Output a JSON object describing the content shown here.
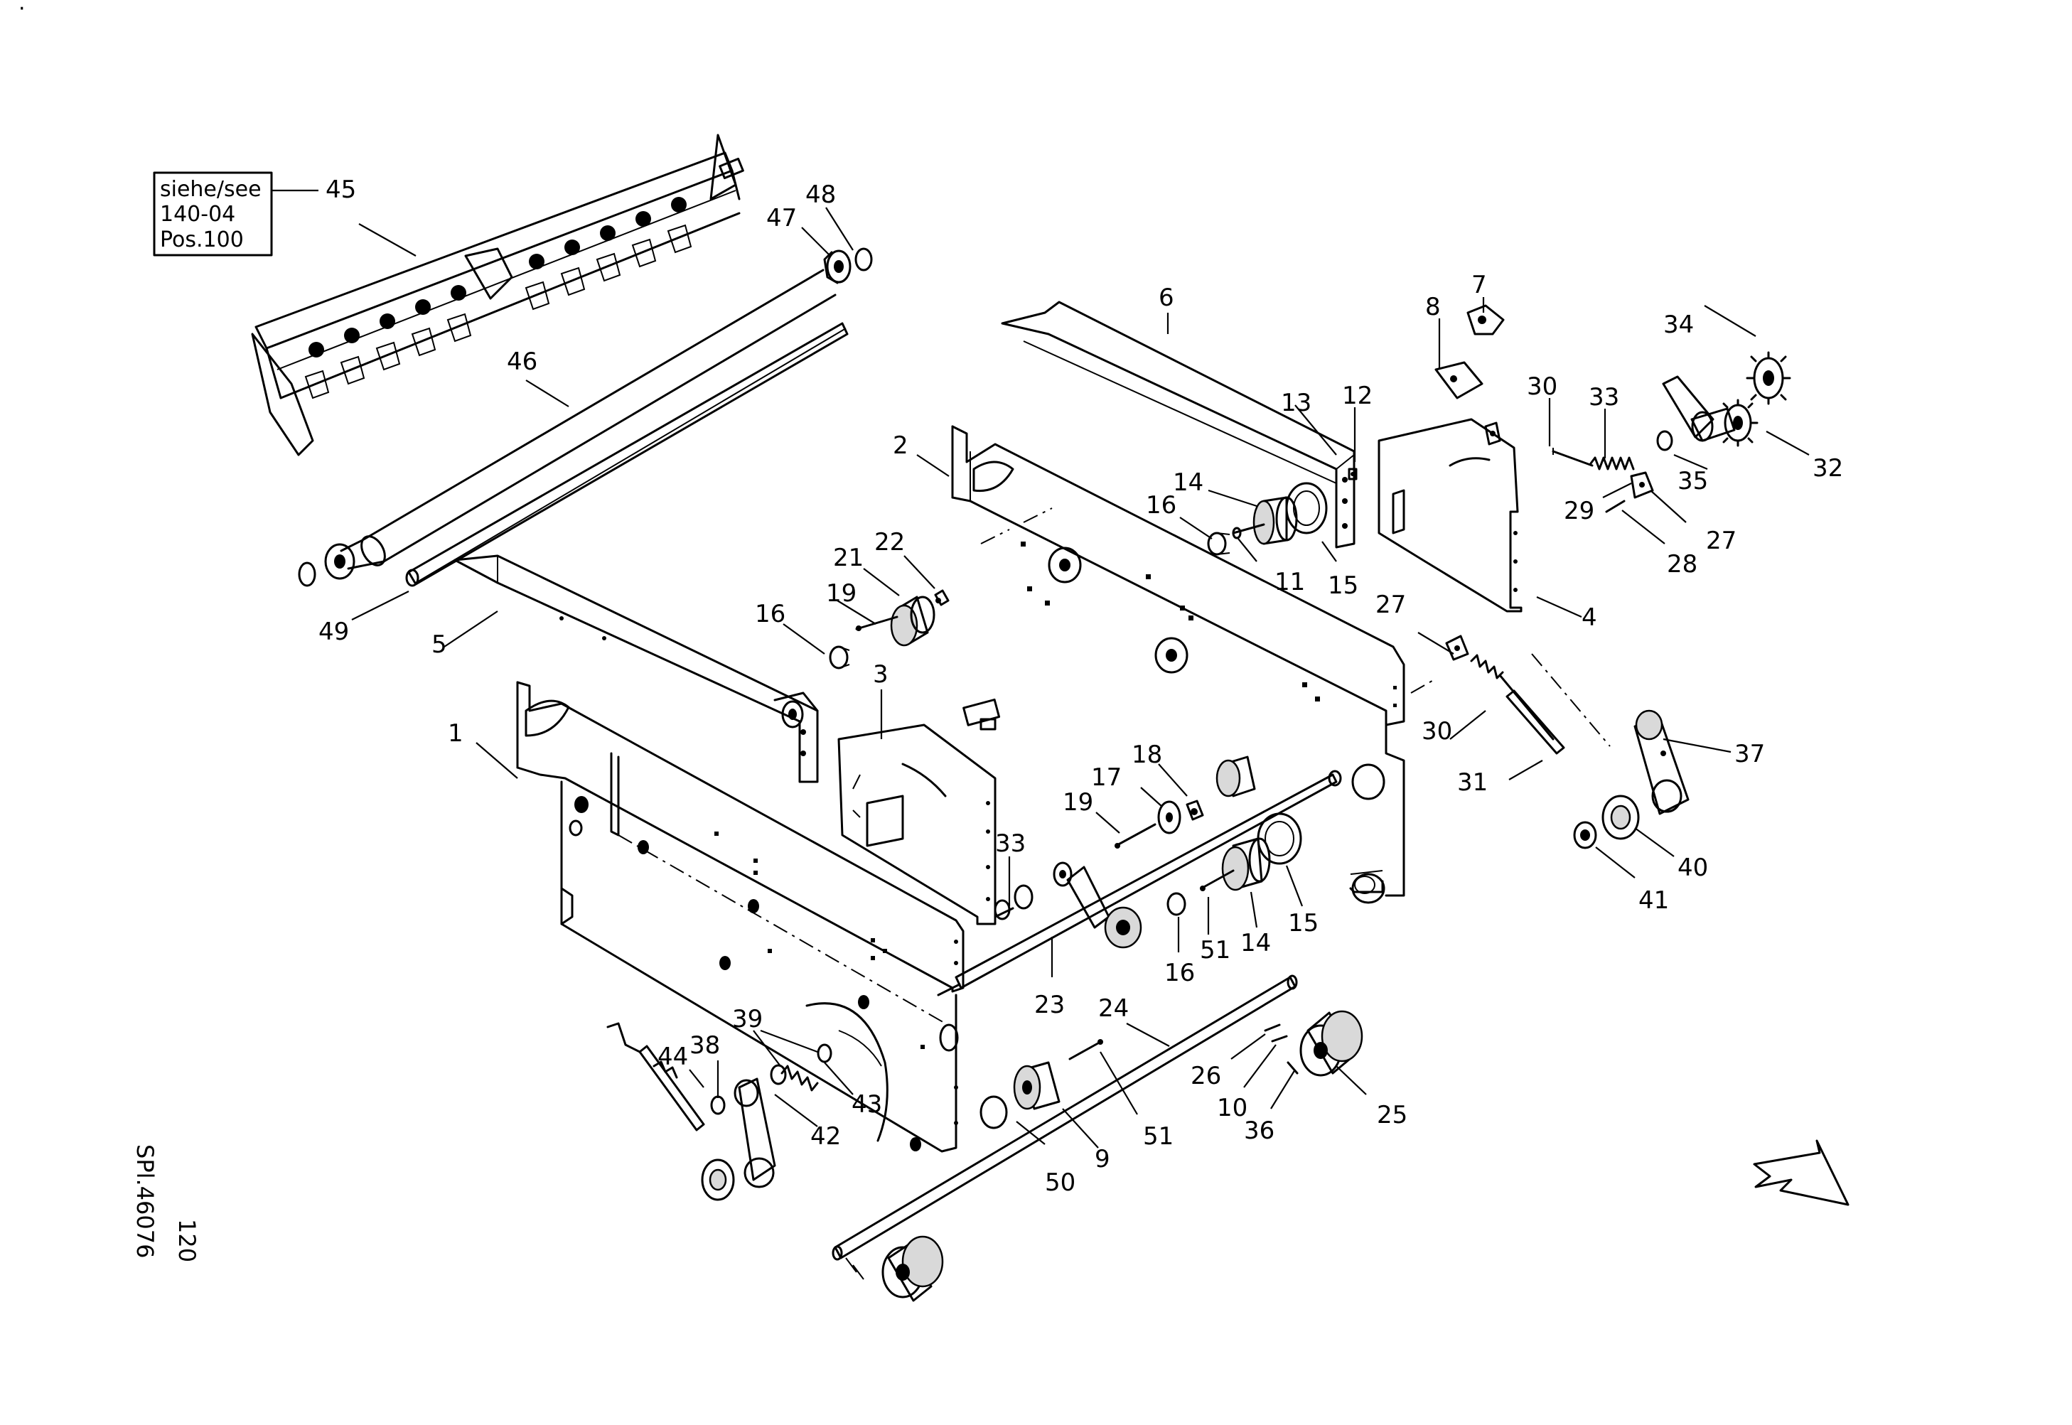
{
  "drawing": {
    "reference_box": [
      "siehe/see",
      "140-04",
      "Pos.100"
    ],
    "side_code": "120",
    "drawing_number": "SPl.46076",
    "corner_mark": "·"
  },
  "callouts": [
    {
      "id": "c45",
      "text": "45"
    },
    {
      "id": "c48",
      "text": "48"
    },
    {
      "id": "c47",
      "text": "47"
    },
    {
      "id": "c46",
      "text": "46"
    },
    {
      "id": "c49",
      "text": "49"
    },
    {
      "id": "c5",
      "text": "5"
    },
    {
      "id": "c6",
      "text": "6"
    },
    {
      "id": "c8",
      "text": "8"
    },
    {
      "id": "c7",
      "text": "7"
    },
    {
      "id": "c34",
      "text": "34"
    },
    {
      "id": "c30a",
      "text": "30"
    },
    {
      "id": "c33a",
      "text": "33"
    },
    {
      "id": "c13",
      "text": "13"
    },
    {
      "id": "c12",
      "text": "12"
    },
    {
      "id": "c2",
      "text": "2"
    },
    {
      "id": "c14a",
      "text": "14"
    },
    {
      "id": "c16a",
      "text": "16"
    },
    {
      "id": "c11",
      "text": "11"
    },
    {
      "id": "c15a",
      "text": "15"
    },
    {
      "id": "c21",
      "text": "21"
    },
    {
      "id": "c22",
      "text": "22"
    },
    {
      "id": "c19a",
      "text": "19"
    },
    {
      "id": "c16b",
      "text": "16"
    },
    {
      "id": "c35",
      "text": "35"
    },
    {
      "id": "c32",
      "text": "32"
    },
    {
      "id": "c29",
      "text": "29"
    },
    {
      "id": "c27a",
      "text": "27"
    },
    {
      "id": "c28",
      "text": "28"
    },
    {
      "id": "c4",
      "text": "4"
    },
    {
      "id": "c27b",
      "text": "27"
    },
    {
      "id": "c3",
      "text": "3"
    },
    {
      "id": "c1",
      "text": "1"
    },
    {
      "id": "c30b",
      "text": "30"
    },
    {
      "id": "c37",
      "text": "37"
    },
    {
      "id": "c31",
      "text": "31"
    },
    {
      "id": "c17",
      "text": "17"
    },
    {
      "id": "c18",
      "text": "18"
    },
    {
      "id": "c19b",
      "text": "19"
    },
    {
      "id": "c33b",
      "text": "33"
    },
    {
      "id": "c40",
      "text": "40"
    },
    {
      "id": "c41",
      "text": "41"
    },
    {
      "id": "c16c",
      "text": "16"
    },
    {
      "id": "c51a",
      "text": "51"
    },
    {
      "id": "c14b",
      "text": "14"
    },
    {
      "id": "c15b",
      "text": "15"
    },
    {
      "id": "c23",
      "text": "23"
    },
    {
      "id": "c24",
      "text": "24"
    },
    {
      "id": "c26",
      "text": "26"
    },
    {
      "id": "c10",
      "text": "10"
    },
    {
      "id": "c36",
      "text": "36"
    },
    {
      "id": "c25",
      "text": "25"
    },
    {
      "id": "c39",
      "text": "39"
    },
    {
      "id": "c38",
      "text": "38"
    },
    {
      "id": "c44",
      "text": "44"
    },
    {
      "id": "c43",
      "text": "43"
    },
    {
      "id": "c42",
      "text": "42"
    },
    {
      "id": "c51b",
      "text": "51"
    },
    {
      "id": "c9",
      "text": "9"
    },
    {
      "id": "c50",
      "text": "50"
    }
  ]
}
